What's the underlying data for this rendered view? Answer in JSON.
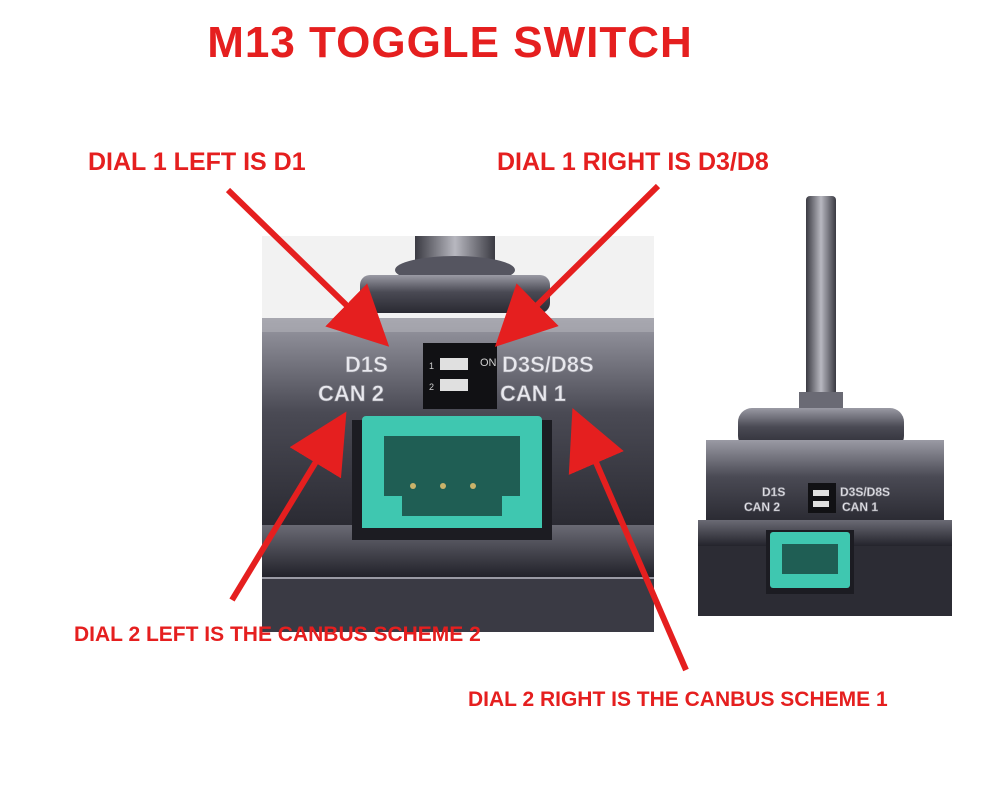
{
  "title": "M13 TOGGLE SWITCH",
  "callouts": {
    "dial1_left": "DIAL 1 LEFT IS D1",
    "dial1_right": "DIAL 1 RIGHT IS D3/D8",
    "dial2_left": "DIAL 2 LEFT IS THE CANBUS SCHEME 2",
    "dial2_right": "DIAL 2 RIGHT IS THE CANBUS SCHEME 1"
  },
  "closeup": {
    "left_top": "D1S",
    "left_bottom": "CAN 2",
    "right_top": "D3S/D8S",
    "right_bottom": "CAN 1",
    "switch_on": "ON",
    "switch_1": "1",
    "switch_2": "2"
  },
  "product": {
    "left_top": "D1S",
    "left_bottom": "CAN 2",
    "right_top": "D3S/D8S",
    "right_bottom": "CAN 1"
  },
  "colors": {
    "accent": "#e51f1f",
    "connector": "#3fc7b0",
    "metal": "#5c5c66"
  }
}
